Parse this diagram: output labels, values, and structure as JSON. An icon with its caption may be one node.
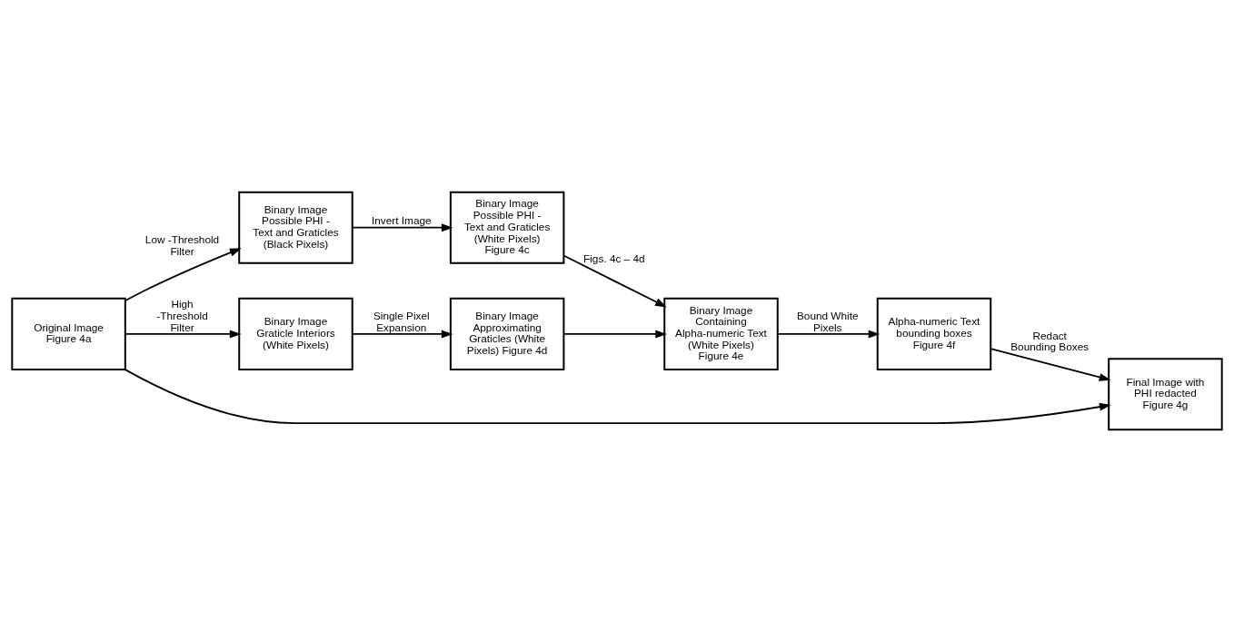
{
  "diagram": {
    "nodes": [
      {
        "text": [
          "Original Image Figure 4a"
        ]
      },
      {
        "text": [
          "Binary Image Possible PHI - Text and Graticles (Black Pixels)"
        ]
      },
      {
        "text": [
          "Binary Image Possible PHI - Text and Graticles (White Pixels) Figure 4c"
        ]
      },
      {
        "text": [
          "Binary Image Graticle Interiors (White Pixels)"
        ]
      },
      {
        "text": [
          "Binary Image Approximating Graticles (White Pixels) Figure 4d"
        ]
      },
      {
        "text": [
          "Binary Image Containing Alpha-numeric Text (White Pixels) Figure 4e"
        ]
      },
      {
        "text": [
          "Alpha-numeric Text bounding boxes Figure 4f"
        ]
      },
      {
        "text": [
          "Final Image with PHI redacted Figure 4g"
        ]
      }
    ],
    "edges": [
      {
        "from": 0,
        "to": 1,
        "arrow": "to",
        "label": "Low -Threshold Filter"
      },
      {
        "from": 0,
        "to": 3,
        "arrow": "to",
        "label": "High -Threshold Filter"
      },
      {
        "from": 1,
        "to": 2,
        "arrow": "to",
        "label": "Invert Image"
      },
      {
        "from": 3,
        "to": 4,
        "arrow": "to",
        "label": "Single Pixel Expansion"
      },
      {
        "from": 2,
        "to": 5,
        "arrow": "to",
        "label": "Figs. 4c – 4d"
      },
      {
        "from": 4,
        "to": 5,
        "arrow": "to"
      },
      {
        "from": 5,
        "to": 6,
        "arrow": "to",
        "label": "Bound White Pixels"
      },
      {
        "from": 0,
        "to": 7,
        "arrow": "to"
      },
      {
        "from": 6,
        "to": 7,
        "arrow": "to",
        "label": "Redact Bounding Boxes"
      }
    ]
  }
}
